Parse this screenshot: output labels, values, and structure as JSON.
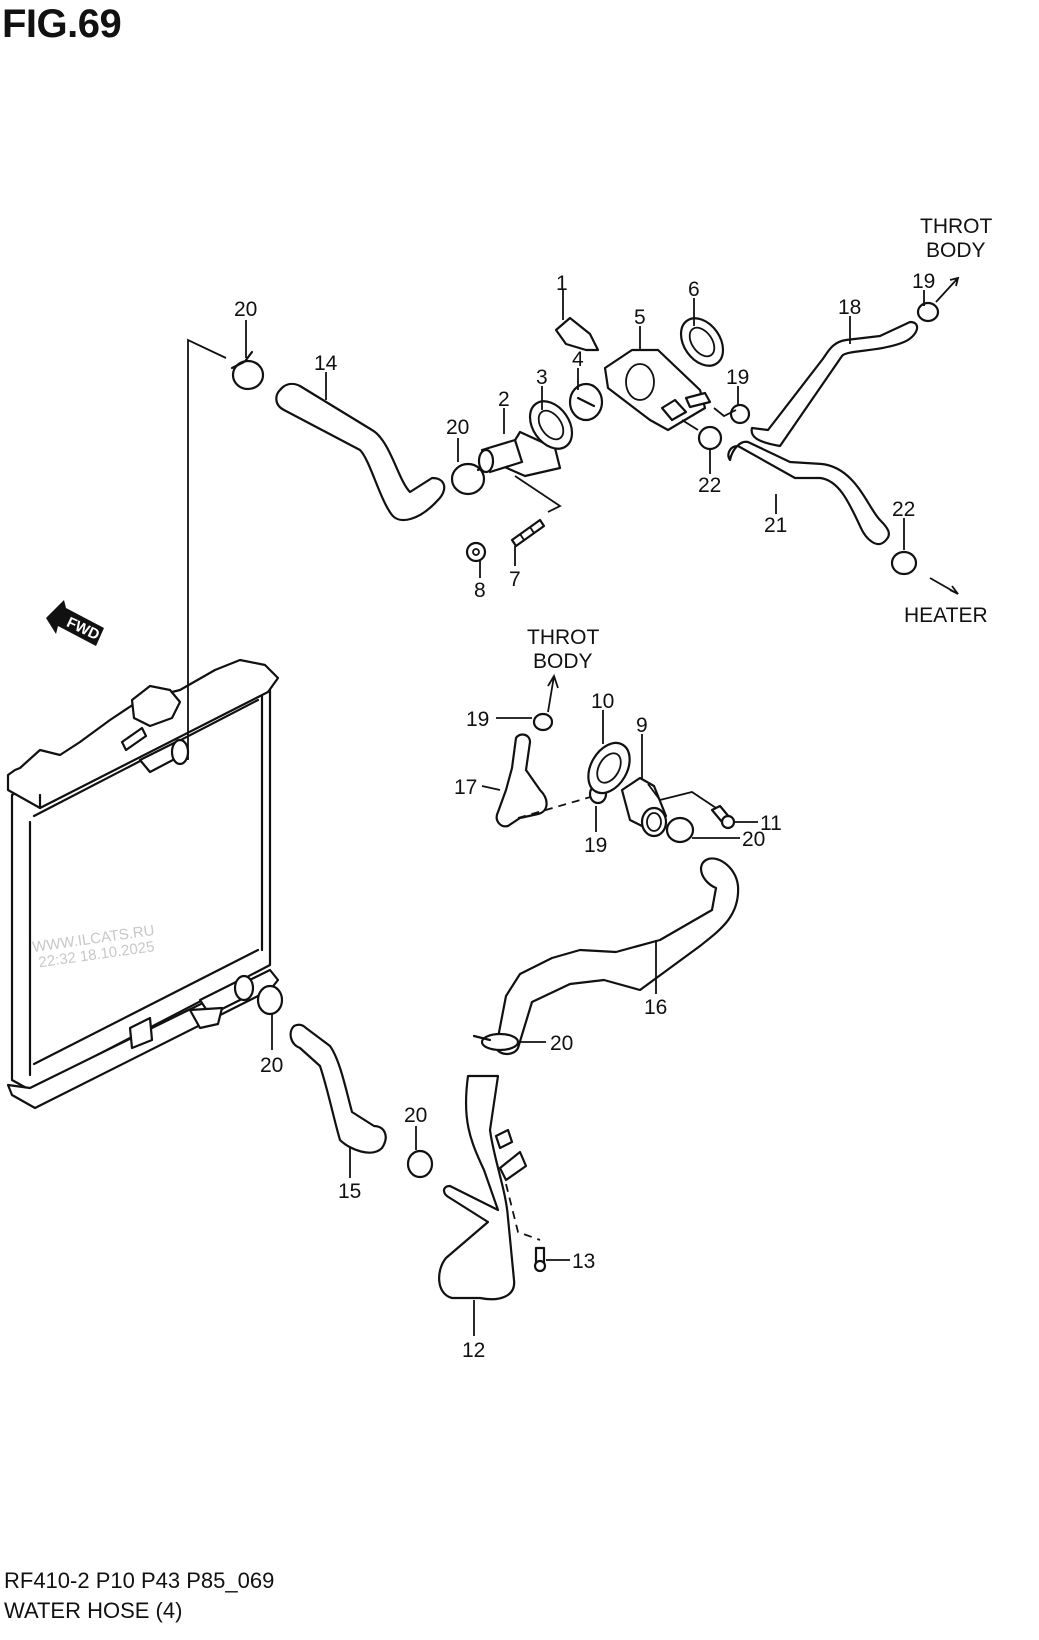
{
  "figure": {
    "title": "FIG.69",
    "code": "RF410-2 P10 P43 P85_069",
    "name": "WATER HOSE (4)"
  },
  "direction_marker": {
    "label": "FWD",
    "icon": "fwd-arrow-icon"
  },
  "destinations": {
    "throt_body_top": {
      "line1": "THROT",
      "line2": "BODY"
    },
    "throt_body_mid": {
      "line1": "THROT",
      "line2": "BODY"
    },
    "heater": "HEATER"
  },
  "callouts": [
    {
      "ref": "1"
    },
    {
      "ref": "2"
    },
    {
      "ref": "3"
    },
    {
      "ref": "4"
    },
    {
      "ref": "5"
    },
    {
      "ref": "6"
    },
    {
      "ref": "7"
    },
    {
      "ref": "8"
    },
    {
      "ref": "9"
    },
    {
      "ref": "10"
    },
    {
      "ref": "11"
    },
    {
      "ref": "12"
    },
    {
      "ref": "13"
    },
    {
      "ref": "14"
    },
    {
      "ref": "15"
    },
    {
      "ref": "16"
    },
    {
      "ref": "17"
    },
    {
      "ref": "18"
    },
    {
      "ref": "19"
    },
    {
      "ref": "20"
    },
    {
      "ref": "21"
    },
    {
      "ref": "22"
    }
  ],
  "watermark": {
    "line1": "WWW.ILCATS.RU",
    "line2": "22:32 18.10.2025"
  }
}
